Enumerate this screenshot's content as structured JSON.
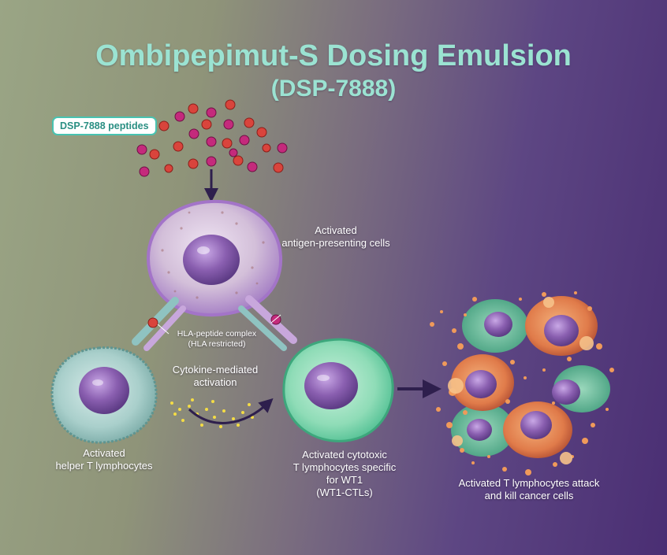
{
  "title": "Ombipepimut-S Dosing Emulsion",
  "subtitle": "(DSP-7888)",
  "peptides_label": "DSP-7888 peptides",
  "labels": {
    "apc": [
      "Activated",
      "antigen-presenting cells"
    ],
    "hla": [
      "HLA-peptide complex",
      "(HLA restricted)"
    ],
    "cytokine": [
      "Cytokine-mediated",
      "activation"
    ],
    "helper": [
      "Activated",
      "helper T lymphocytes"
    ],
    "ctl": [
      "Activated cytotoxic",
      "T lymphocytes specific",
      "for WT1",
      "(WT1-CTLs)"
    ],
    "attack": [
      "Activated T lymphocytes attack",
      "and kill cancer cells"
    ]
  },
  "colors": {
    "title": "#9be3d2",
    "pill_border": "#48c3b1",
    "peptide_red": "#d9443c",
    "peptide_magenta": "#c42a7c",
    "nucleus": "#8a5fb0",
    "apc_membrane": "#b48fd0",
    "ctl_cell": "#6fd1a6",
    "helper_cell": "#97c7c2",
    "arrow": "#2e1f4d",
    "cytokine_dots": "#f4dc45",
    "debris": "#f09a5a"
  }
}
